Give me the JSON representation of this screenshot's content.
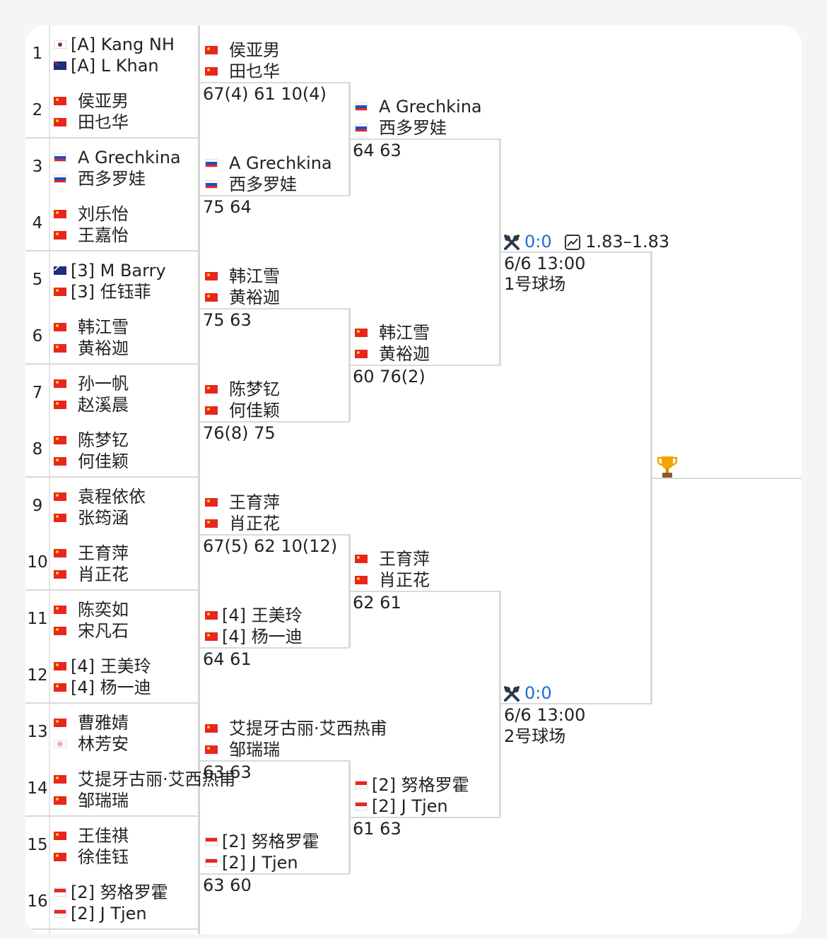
{
  "flag_colors": {
    "cn": "#e8261f",
    "ru": "#1a4ec8",
    "id": "#e22222"
  },
  "accent_color": "#1f6fd1",
  "r1": [
    {
      "seed": "1",
      "p1": {
        "flag": "kr",
        "name": "[A] Kang NH"
      },
      "p2": {
        "flag": "au",
        "name": "[A] L Khan"
      }
    },
    {
      "seed": "2",
      "p1": {
        "flag": "cn",
        "name": "侯亚男"
      },
      "p2": {
        "flag": "cn",
        "name": "田乜华"
      }
    },
    {
      "seed": "3",
      "p1": {
        "flag": "ru",
        "name": "A Grechkina"
      },
      "p2": {
        "flag": "ru",
        "name": "西多罗娃"
      }
    },
    {
      "seed": "4",
      "p1": {
        "flag": "cn",
        "name": "刘乐怡"
      },
      "p2": {
        "flag": "cn",
        "name": "王嘉怡"
      }
    },
    {
      "seed": "5",
      "p1": {
        "flag": "nz",
        "name": "[3] M Barry"
      },
      "p2": {
        "flag": "cn",
        "name": "[3] 任钰菲"
      }
    },
    {
      "seed": "6",
      "p1": {
        "flag": "cn",
        "name": "韩江雪"
      },
      "p2": {
        "flag": "cn",
        "name": "黄裕迦"
      }
    },
    {
      "seed": "7",
      "p1": {
        "flag": "cn",
        "name": "孙一帆"
      },
      "p2": {
        "flag": "cn",
        "name": "赵溪晨"
      }
    },
    {
      "seed": "8",
      "p1": {
        "flag": "cn",
        "name": "陈梦钇"
      },
      "p2": {
        "flag": "cn",
        "name": "何佳颖"
      }
    },
    {
      "seed": "9",
      "p1": {
        "flag": "cn",
        "name": "袁程依依"
      },
      "p2": {
        "flag": "cn",
        "name": "张筠涵"
      }
    },
    {
      "seed": "10",
      "p1": {
        "flag": "cn",
        "name": "王育萍"
      },
      "p2": {
        "flag": "cn",
        "name": "肖正花"
      }
    },
    {
      "seed": "11",
      "p1": {
        "flag": "cn",
        "name": "陈奕如"
      },
      "p2": {
        "flag": "cn",
        "name": "宋凡石"
      }
    },
    {
      "seed": "12",
      "p1": {
        "flag": "cn",
        "name": "[4] 王美玲"
      },
      "p2": {
        "flag": "cn",
        "name": "[4] 杨一迪"
      }
    },
    {
      "seed": "13",
      "p1": {
        "flag": "cn",
        "name": "曹雅婧"
      },
      "p2": {
        "flag": "tw",
        "name": "林芳安"
      }
    },
    {
      "seed": "14",
      "p1": {
        "flag": "cn",
        "name": "艾提牙古丽·艾西热甫"
      },
      "p2": {
        "flag": "cn",
        "name": "邹瑞瑞"
      }
    },
    {
      "seed": "15",
      "p1": {
        "flag": "cn",
        "name": "王佳祺"
      },
      "p2": {
        "flag": "cn",
        "name": "徐佳钰"
      }
    },
    {
      "seed": "16",
      "p1": {
        "flag": "id",
        "name": "[2] 努格罗霍"
      },
      "p2": {
        "flag": "id",
        "name": "[2] J Tjen"
      }
    }
  ],
  "r2": [
    {
      "p1": {
        "flag": "cn",
        "name": "侯亚男"
      },
      "p2": {
        "flag": "cn",
        "name": "田乜华"
      },
      "score": "67(4) 61 10(4)"
    },
    {
      "p1": {
        "flag": "ru",
        "name": "A Grechkina"
      },
      "p2": {
        "flag": "ru",
        "name": "西多罗娃"
      },
      "score": "75 64"
    },
    {
      "p1": {
        "flag": "cn",
        "name": "韩江雪"
      },
      "p2": {
        "flag": "cn",
        "name": "黄裕迦"
      },
      "score": "75 63"
    },
    {
      "p1": {
        "flag": "cn",
        "name": "陈梦钇"
      },
      "p2": {
        "flag": "cn",
        "name": "何佳颖"
      },
      "score": "76(8) 75"
    },
    {
      "p1": {
        "flag": "cn",
        "name": "王育萍"
      },
      "p2": {
        "flag": "cn",
        "name": "肖正花"
      },
      "score": "67(5) 62 10(12)"
    },
    {
      "p1": {
        "flag": "cn",
        "name": "[4] 王美玲"
      },
      "p2": {
        "flag": "cn",
        "name": "[4] 杨一迪"
      },
      "score": "64 61"
    },
    {
      "p1": {
        "flag": "cn",
        "name": "艾提牙古丽·艾西热甫"
      },
      "p2": {
        "flag": "cn",
        "name": "邹瑞瑞"
      },
      "score": "63 63"
    },
    {
      "p1": {
        "flag": "id",
        "name": "[2] 努格罗霍"
      },
      "p2": {
        "flag": "id",
        "name": "[2] J Tjen"
      },
      "score": "63 60"
    }
  ],
  "qf": [
    {
      "p1": {
        "flag": "ru",
        "name": "A Grechkina"
      },
      "p2": {
        "flag": "ru",
        "name": "西多罗娃"
      },
      "score": "64 63"
    },
    {
      "p1": {
        "flag": "cn",
        "name": "韩江雪"
      },
      "p2": {
        "flag": "cn",
        "name": "黄裕迦"
      },
      "score": "60 76(2)"
    },
    {
      "p1": {
        "flag": "cn",
        "name": "王育萍"
      },
      "p2": {
        "flag": "cn",
        "name": "肖正花"
      },
      "score": "62 61"
    },
    {
      "p1": {
        "flag": "id",
        "name": "[2] 努格罗霍"
      },
      "p2": {
        "flag": "id",
        "name": "[2] J Tjen"
      },
      "score": "61 63"
    }
  ],
  "sf": [
    {
      "score": "0:0",
      "odds": "1.83–1.83",
      "time": "6/6 13:00",
      "court": "1号球场"
    },
    {
      "score": "0:0",
      "time": "6/6 13:00",
      "court": "2号球场"
    }
  ]
}
